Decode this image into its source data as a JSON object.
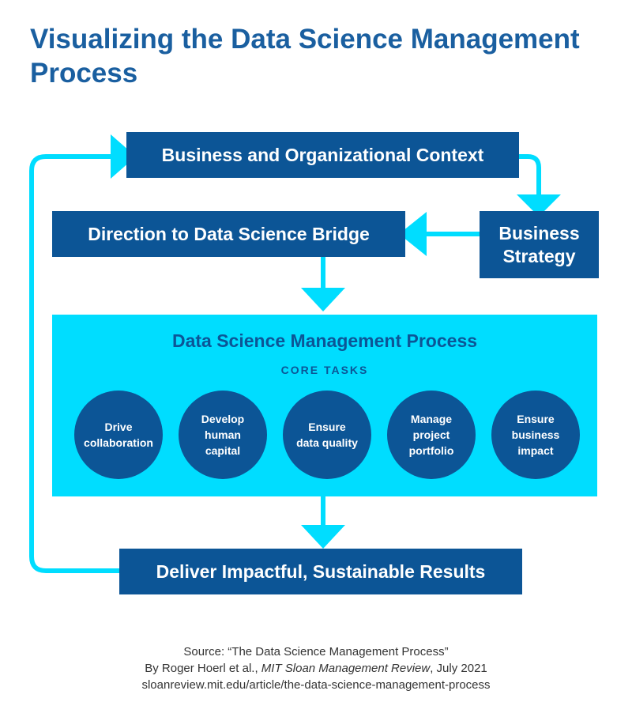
{
  "title": "Visualizing the Data Science Management Process",
  "boxes": {
    "context": "Business and Organizational Context",
    "strategy": "Business Strategy",
    "bridge": "Direction to Data Science Bridge",
    "results": "Deliver Impactful, Sustainable Results"
  },
  "process": {
    "title": "Data Science Management Process",
    "core_tasks_label": "CORE TASKS",
    "tasks": [
      "Drive\ncollaboration",
      "Develop\nhuman\ncapital",
      "Ensure\ndata quality",
      "Manage\nproject\nportfolio",
      "Ensure\nbusiness\nimpact"
    ]
  },
  "source": {
    "line1": "Source: “The Data Science Management Process”",
    "line2_prefix": "By Roger Hoerl et al., ",
    "line2_publication": "MIT Sloan Management Review",
    "line2_suffix": ", July 2021",
    "line3": "sloanreview.mit.edu/article/the-data-science-management-process"
  },
  "colors": {
    "dark_blue": "#0c5596",
    "cyan": "#00ddff",
    "title_blue": "#1a5fa0"
  }
}
